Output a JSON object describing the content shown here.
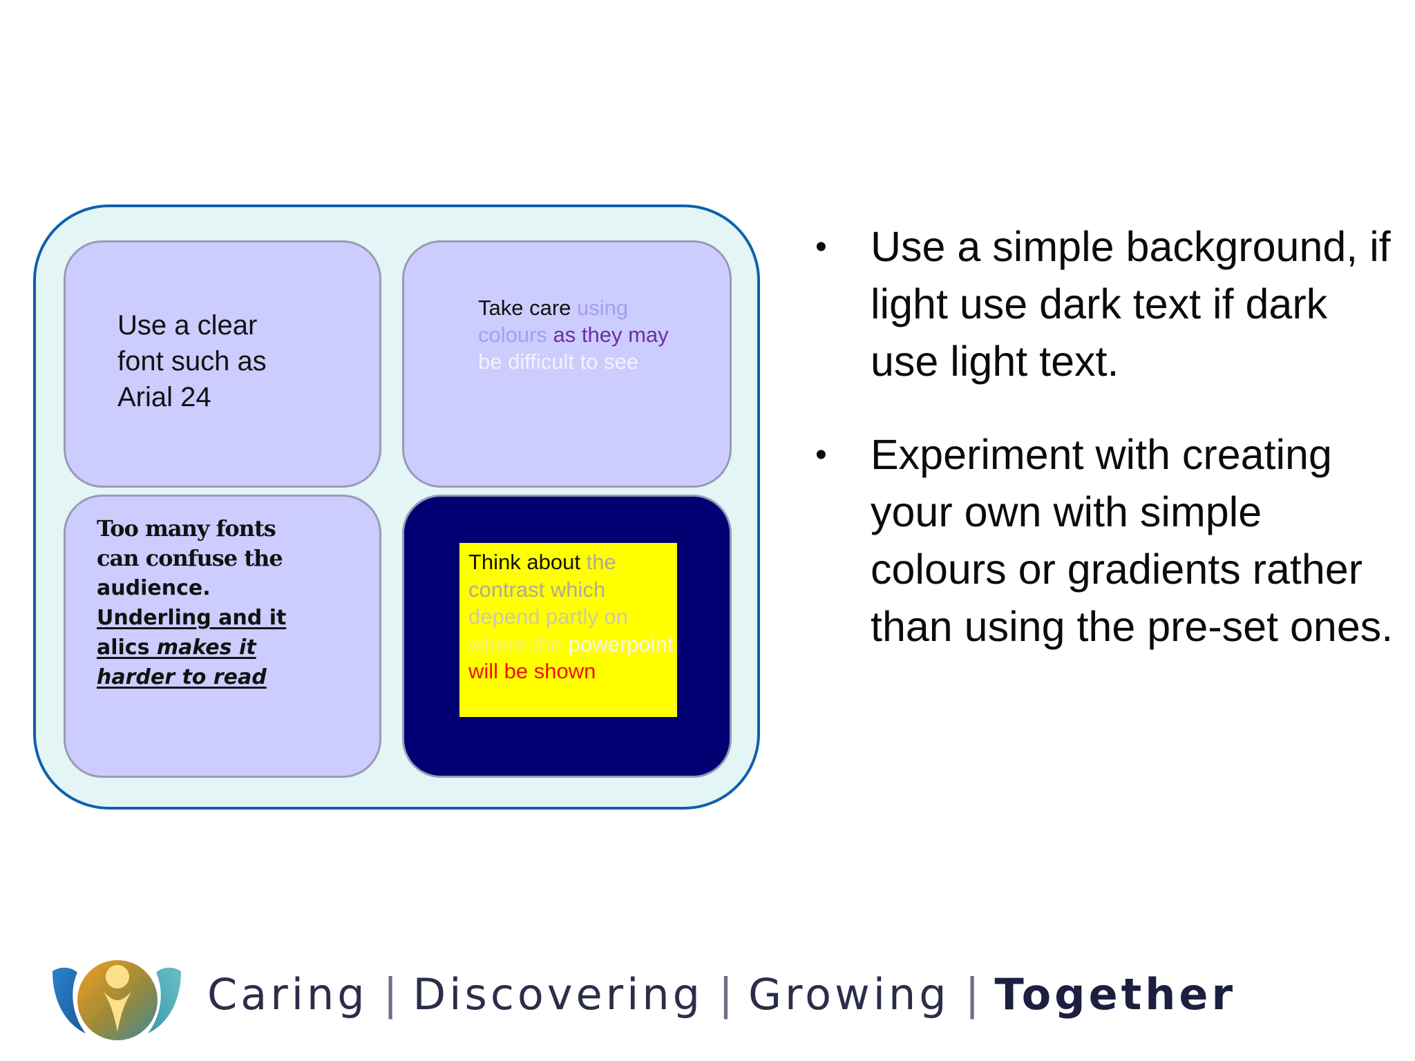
{
  "tiles": {
    "font": {
      "text_lines": [
        "Use a clear",
        "font such as",
        "Arial 24"
      ]
    },
    "colours": {
      "segments": [
        {
          "text": "Take care ",
          "color": "#111111"
        },
        {
          "text": "using colours",
          "color": "#a59ff0"
        },
        {
          "text": " as they may",
          "color": "#6a2f9e"
        },
        {
          "text": " be difficult to see",
          "color": "#f2f2ff"
        }
      ]
    },
    "many_fonts": {
      "line1": "Too many fonts",
      "line2": "can confuse the",
      "line3": "audience.",
      "line4": "Underling and it",
      "line5a": "alics ",
      "line5b": "makes it",
      "line6": "harder to read"
    },
    "contrast": {
      "segments": [
        {
          "text": "Think about ",
          "color": "#111111"
        },
        {
          "text": "the contrast  which",
          "color": "#b2a89a"
        },
        {
          "text": " depend partly on",
          "color": "#cfc8a8"
        },
        {
          "text": " where the",
          "color": "#f4f07a"
        },
        {
          "text": " powerpoint",
          "color": "#f2f2ff"
        },
        {
          "text": " will be shown",
          "color": "#ee1010"
        }
      ],
      "box_color": "#ffff00",
      "tile_color": "#000073"
    }
  },
  "bullets": [
    "Use a simple background, if light use dark text if dark use light text.",
    "Experiment with creating your own with simple colours or gradients rather than using the pre-set ones."
  ],
  "footer": {
    "tagline": [
      "Caring",
      "Discovering",
      "Growing",
      "Together"
    ],
    "separator": "|"
  },
  "colors": {
    "panel_bg": "#e3f5f4",
    "panel_border": "#1060ac",
    "tile_bg": "#ccccfe"
  }
}
